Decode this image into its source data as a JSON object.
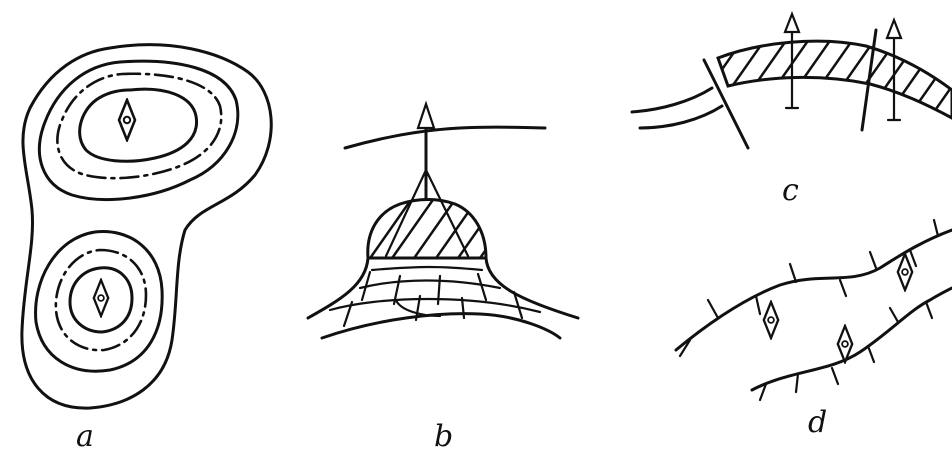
{
  "labels": {
    "a": "a",
    "b": "b",
    "c": "c",
    "d": "d"
  }
}
